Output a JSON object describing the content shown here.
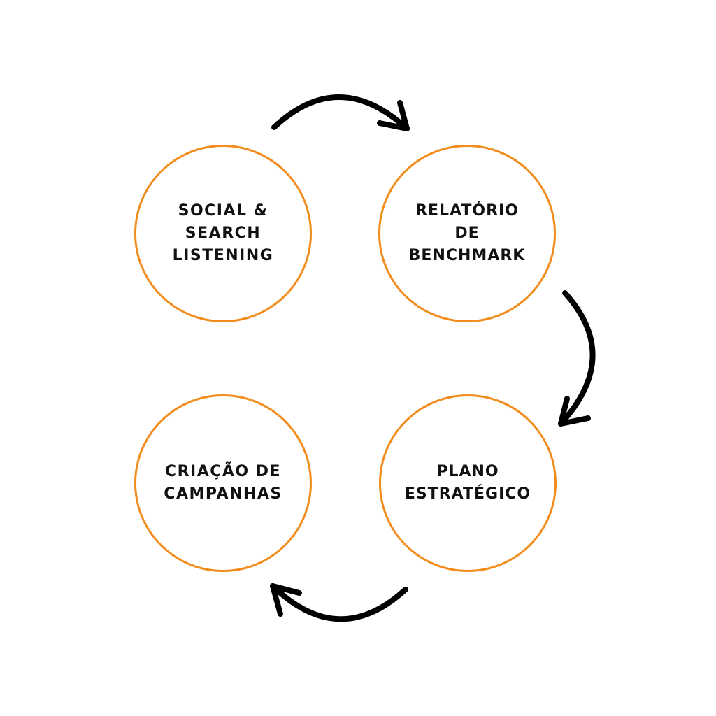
{
  "diagram": {
    "type": "cycle",
    "accent_color": "#f28c1c",
    "arrow_color": "#000000",
    "nodes": [
      {
        "id": "n1",
        "label": "SOCIAL &\nSEARCH\nLISTENING"
      },
      {
        "id": "n2",
        "label": "RELATÓRIO\nDE\nBENCHMARK"
      },
      {
        "id": "n3",
        "label": "PLANO\nESTRATÉGICO"
      },
      {
        "id": "n4",
        "label": "CRIAÇÃO DE\nCAMPANHAS"
      }
    ],
    "edges": [
      {
        "from": "n1",
        "to": "n2"
      },
      {
        "from": "n2",
        "to": "n3"
      },
      {
        "from": "n3",
        "to": "n4"
      }
    ]
  }
}
